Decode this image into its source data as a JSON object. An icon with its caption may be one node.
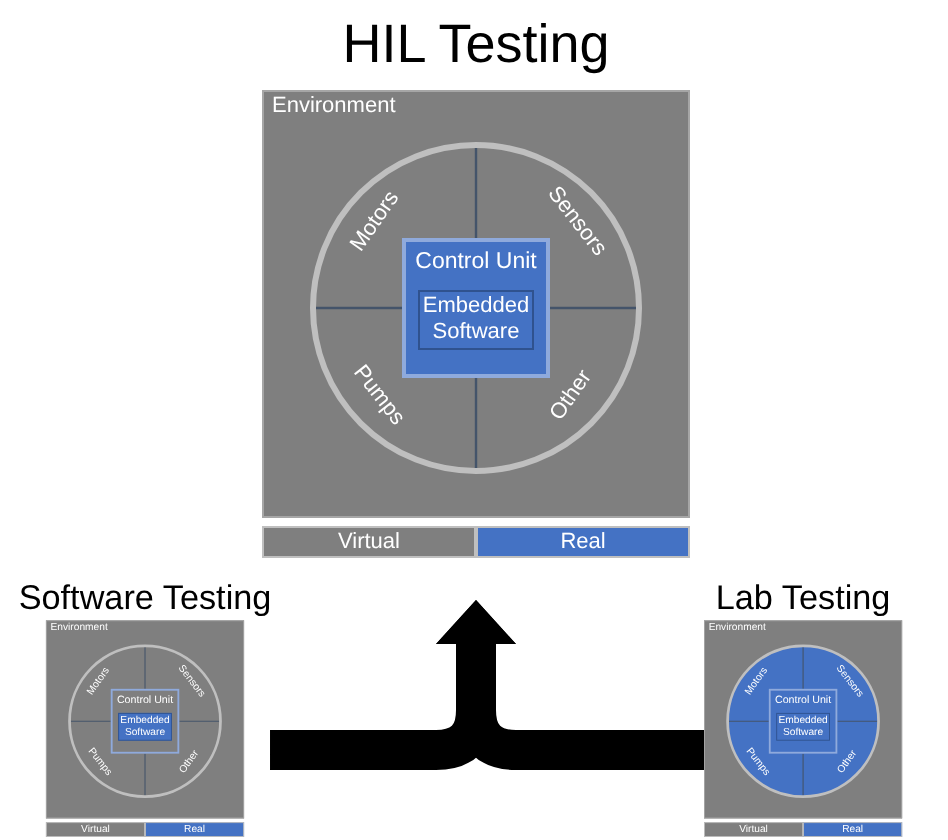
{
  "diagram": {
    "nodes": [
      {
        "text": [
          "HIL Testing"
        ]
      },
      {
        "text": [
          "Environment"
        ],
        "in": 0
      },
      {
        "text": [
          "Motors",
          "Sensors",
          "Pumps",
          "Other"
        ],
        "in": 1
      },
      {
        "text": [
          "Control Unit"
        ],
        "in": 2
      },
      {
        "text": [
          "Embedded Software"
        ],
        "in": 3
      },
      {
        "text": [
          "Virtual"
        ],
        "in": 0
      },
      {
        "text": [
          "Real"
        ],
        "in": 0
      },
      {
        "text": [
          "Software Testing"
        ]
      },
      {
        "text": [
          "Environment"
        ],
        "in": 7
      },
      {
        "text": [
          "Motors",
          "Sensors",
          "Pumps",
          "Other"
        ],
        "in": 8
      },
      {
        "text": [
          "Control Unit"
        ],
        "in": 9
      },
      {
        "text": [
          "Embedded Software"
        ],
        "in": 10
      },
      {
        "text": [
          "Virtual"
        ],
        "in": 7
      },
      {
        "text": [
          "Real"
        ],
        "in": 7
      },
      {
        "text": [
          "Lab Testing"
        ]
      },
      {
        "text": [
          "Environment"
        ],
        "in": 14
      },
      {
        "text": [
          "Motors",
          "Sensors",
          "Pumps",
          "Other"
        ],
        "in": 15
      },
      {
        "text": [
          "Control Unit"
        ],
        "in": 16
      },
      {
        "text": [
          "Embedded Software"
        ],
        "in": 17
      },
      {
        "text": [
          "Virtual"
        ],
        "in": 14
      },
      {
        "text": [
          "Real"
        ],
        "in": 14
      }
    ],
    "edges": [
      {
        "from": 7,
        "to": 0,
        "arrow": "to"
      },
      {
        "from": 14,
        "to": 0,
        "arrow": "to"
      }
    ]
  }
}
